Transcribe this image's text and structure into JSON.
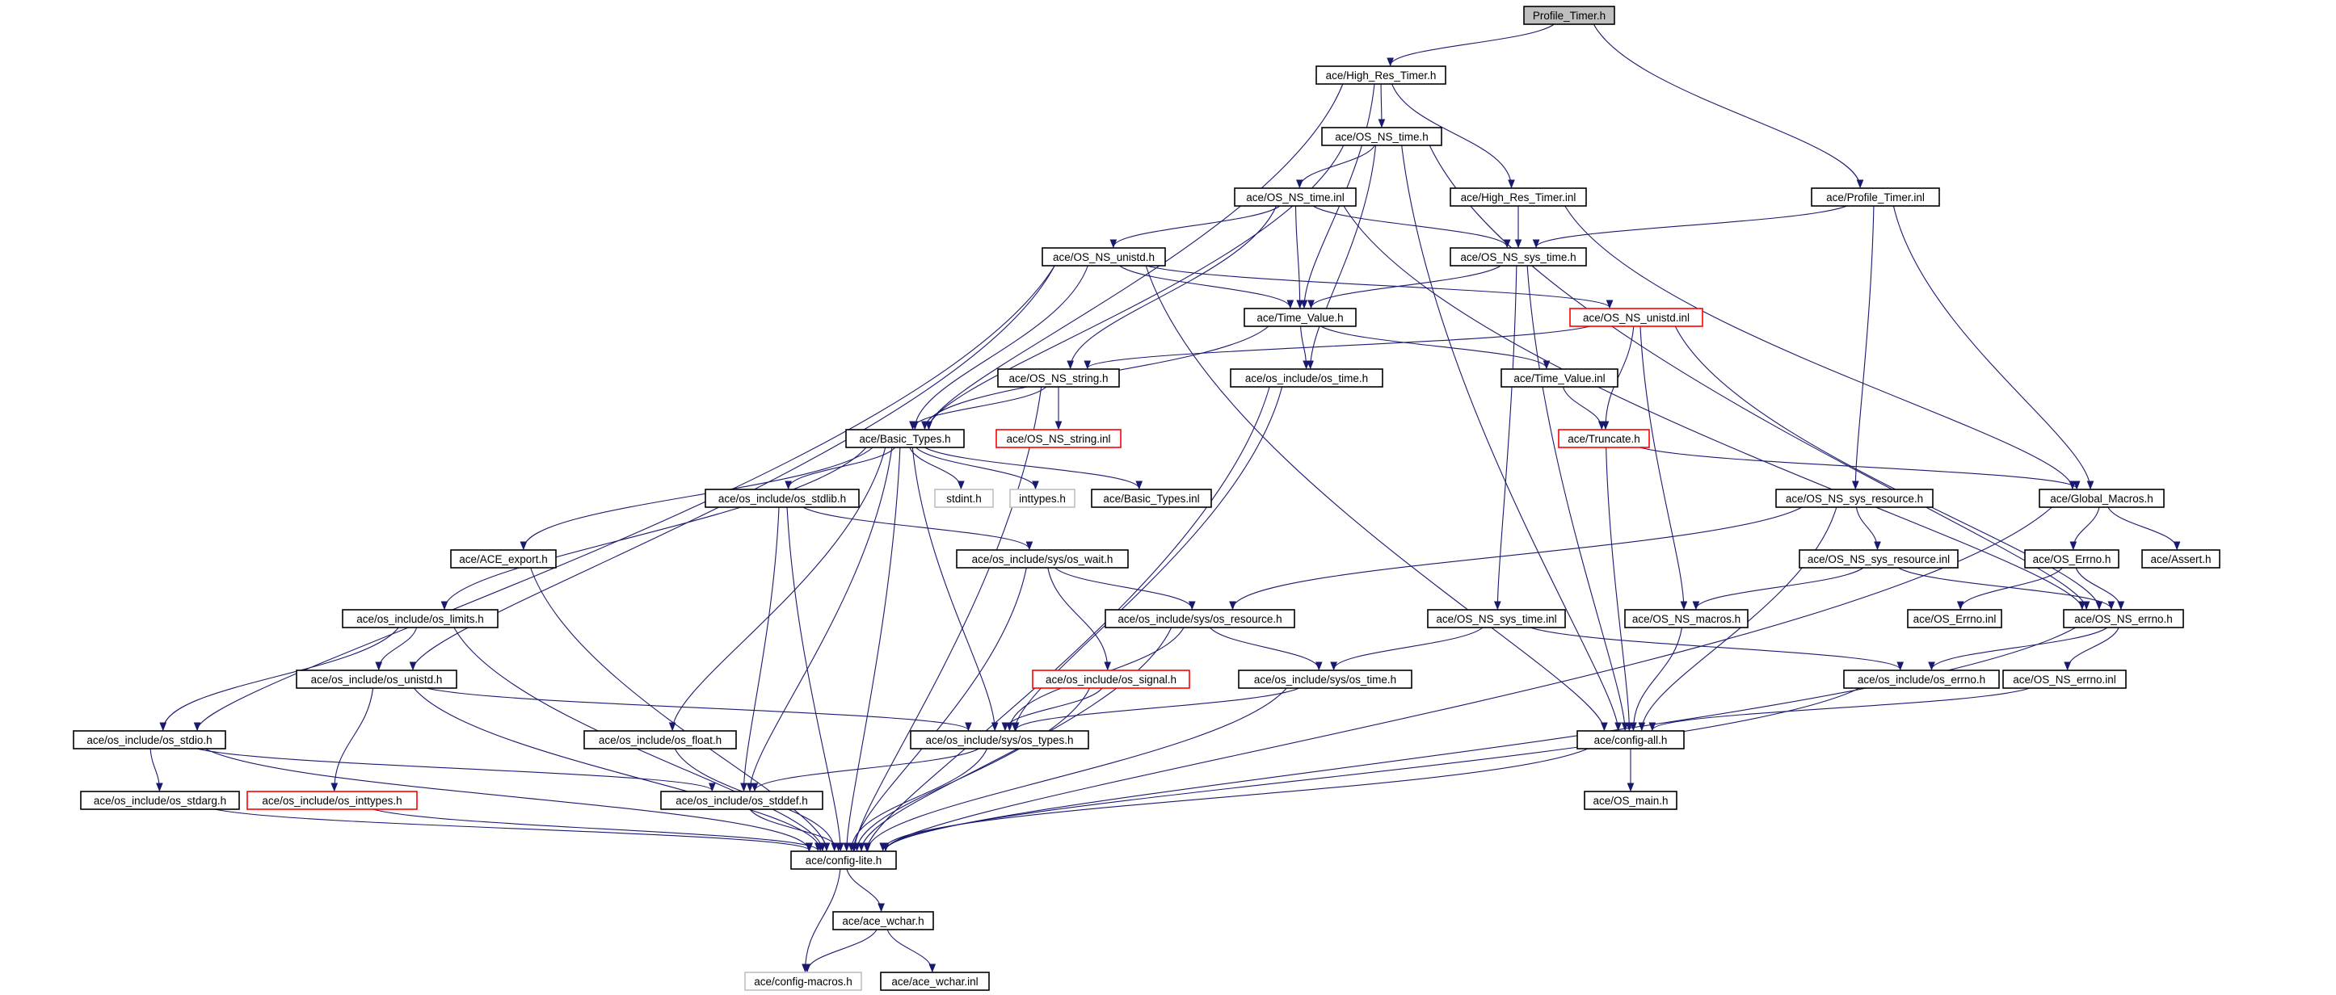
{
  "diagram": {
    "nodes": [
      {
        "id": "n_profile_timer_h",
        "label": "Profile_Timer.h",
        "style": "root"
      },
      {
        "id": "n_high_res_timer_h",
        "label": "ace/High_Res_Timer.h",
        "style": "normal"
      },
      {
        "id": "n_os_ns_time_h",
        "label": "ace/OS_NS_time.h",
        "style": "normal"
      },
      {
        "id": "n_os_ns_time_inl",
        "label": "ace/OS_NS_time.inl",
        "style": "normal"
      },
      {
        "id": "n_high_res_timer_inl",
        "label": "ace/High_Res_Timer.inl",
        "style": "normal"
      },
      {
        "id": "n_profile_timer_inl",
        "label": "ace/Profile_Timer.inl",
        "style": "normal"
      },
      {
        "id": "n_os_ns_unistd_h",
        "label": "ace/OS_NS_unistd.h",
        "style": "normal"
      },
      {
        "id": "n_os_ns_sys_time_h",
        "label": "ace/OS_NS_sys_time.h",
        "style": "normal"
      },
      {
        "id": "n_time_value_h",
        "label": "ace/Time_Value.h",
        "style": "normal"
      },
      {
        "id": "n_os_ns_unistd_inl",
        "label": "ace/OS_NS_unistd.inl",
        "style": "red"
      },
      {
        "id": "n_os_ns_string_h",
        "label": "ace/OS_NS_string.h",
        "style": "normal"
      },
      {
        "id": "n_os_include_os_time_h",
        "label": "ace/os_include/os_time.h",
        "style": "normal"
      },
      {
        "id": "n_time_value_inl",
        "label": "ace/Time_Value.inl",
        "style": "normal"
      },
      {
        "id": "n_basic_types_h",
        "label": "ace/Basic_Types.h",
        "style": "normal"
      },
      {
        "id": "n_os_ns_string_inl",
        "label": "ace/OS_NS_string.inl",
        "style": "red"
      },
      {
        "id": "n_truncate_h",
        "label": "ace/Truncate.h",
        "style": "red"
      },
      {
        "id": "n_os_include_os_stdlib_h",
        "label": "ace/os_include/os_stdlib.h",
        "style": "normal"
      },
      {
        "id": "n_stdint_h",
        "label": "stdint.h",
        "style": "gray"
      },
      {
        "id": "n_inttypes_h",
        "label": "inttypes.h",
        "style": "gray"
      },
      {
        "id": "n_basic_types_inl",
        "label": "ace/Basic_Types.inl",
        "style": "normal"
      },
      {
        "id": "n_os_ns_sys_resource_h",
        "label": "ace/OS_NS_sys_resource.h",
        "style": "normal"
      },
      {
        "id": "n_global_macros_h",
        "label": "ace/Global_Macros.h",
        "style": "normal"
      },
      {
        "id": "n_ace_export_h",
        "label": "ace/ACE_export.h",
        "style": "normal"
      },
      {
        "id": "n_os_include_sys_os_wait_h",
        "label": "ace/os_include/sys/os_wait.h",
        "style": "normal"
      },
      {
        "id": "n_os_ns_sys_resource_inl",
        "label": "ace/OS_NS_sys_resource.inl",
        "style": "normal"
      },
      {
        "id": "n_os_errno_h",
        "label": "ace/OS_Errno.h",
        "style": "normal"
      },
      {
        "id": "n_assert_h",
        "label": "ace/Assert.h",
        "style": "normal"
      },
      {
        "id": "n_os_include_os_limits_h",
        "label": "ace/os_include/os_limits.h",
        "style": "normal"
      },
      {
        "id": "n_os_include_sys_os_resource_h",
        "label": "ace/os_include/sys/os_resource.h",
        "style": "normal"
      },
      {
        "id": "n_os_ns_sys_time_inl",
        "label": "ace/OS_NS_sys_time.inl",
        "style": "normal"
      },
      {
        "id": "n_os_ns_macros_h",
        "label": "ace/OS_NS_macros.h",
        "style": "normal"
      },
      {
        "id": "n_os_errno_inl",
        "label": "ace/OS_Errno.inl",
        "style": "normal"
      },
      {
        "id": "n_os_ns_errno_h",
        "label": "ace/OS_NS_errno.h",
        "style": "normal"
      },
      {
        "id": "n_os_include_os_unistd_h",
        "label": "ace/os_include/os_unistd.h",
        "style": "normal"
      },
      {
        "id": "n_os_include_os_signal_h",
        "label": "ace/os_include/os_signal.h",
        "style": "red"
      },
      {
        "id": "n_os_include_sys_os_time_h",
        "label": "ace/os_include/sys/os_time.h",
        "style": "normal"
      },
      {
        "id": "n_os_include_os_errno_h",
        "label": "ace/os_include/os_errno.h",
        "style": "normal"
      },
      {
        "id": "n_os_ns_errno_inl",
        "label": "ace/OS_NS_errno.inl",
        "style": "normal"
      },
      {
        "id": "n_os_include_os_stdio_h",
        "label": "ace/os_include/os_stdio.h",
        "style": "normal"
      },
      {
        "id": "n_os_include_os_float_h",
        "label": "ace/os_include/os_float.h",
        "style": "normal"
      },
      {
        "id": "n_os_include_sys_os_types_h",
        "label": "ace/os_include/sys/os_types.h",
        "style": "normal"
      },
      {
        "id": "n_config_all_h",
        "label": "ace/config-all.h",
        "style": "normal"
      },
      {
        "id": "n_os_include_os_stdarg_h",
        "label": "ace/os_include/os_stdarg.h",
        "style": "normal"
      },
      {
        "id": "n_os_include_os_inttypes_h",
        "label": "ace/os_include/os_inttypes.h",
        "style": "red"
      },
      {
        "id": "n_os_include_os_stddef_h",
        "label": "ace/os_include/os_stddef.h",
        "style": "normal"
      },
      {
        "id": "n_os_main_h",
        "label": "ace/OS_main.h",
        "style": "normal"
      },
      {
        "id": "n_config_lite_h",
        "label": "ace/config-lite.h",
        "style": "normal"
      },
      {
        "id": "n_ace_wchar_h",
        "label": "ace/ace_wchar.h",
        "style": "normal"
      },
      {
        "id": "n_config_macros_h",
        "label": "ace/config-macros.h",
        "style": "gray"
      },
      {
        "id": "n_ace_wchar_inl",
        "label": "ace/ace_wchar.inl",
        "style": "normal"
      }
    ],
    "edges": [
      [
        "n_profile_timer_h",
        "n_high_res_timer_h"
      ],
      [
        "n_profile_timer_h",
        "n_profile_timer_inl"
      ],
      [
        "n_high_res_timer_h",
        "n_os_ns_time_h"
      ],
      [
        "n_high_res_timer_h",
        "n_high_res_timer_inl"
      ],
      [
        "n_high_res_timer_h",
        "n_basic_types_h"
      ],
      [
        "n_high_res_timer_h",
        "n_time_value_h"
      ],
      [
        "n_os_ns_time_h",
        "n_os_ns_time_inl"
      ],
      [
        "n_os_ns_time_h",
        "n_basic_types_h"
      ],
      [
        "n_os_ns_time_h",
        "n_os_include_os_time_h"
      ],
      [
        "n_os_ns_time_h",
        "n_os_ns_errno_h"
      ],
      [
        "n_os_ns_time_h",
        "n_config_all_h"
      ],
      [
        "n_os_ns_time_inl",
        "n_os_ns_unistd_h"
      ],
      [
        "n_os_ns_time_inl",
        "n_os_ns_sys_time_h"
      ],
      [
        "n_os_ns_time_inl",
        "n_time_value_h"
      ],
      [
        "n_os_ns_time_inl",
        "n_os_ns_string_h"
      ],
      [
        "n_os_ns_time_inl",
        "n_os_ns_errno_h"
      ],
      [
        "n_high_res_timer_inl",
        "n_os_ns_sys_time_h"
      ],
      [
        "n_high_res_timer_inl",
        "n_global_macros_h"
      ],
      [
        "n_profile_timer_inl",
        "n_os_ns_sys_time_h"
      ],
      [
        "n_profile_timer_inl",
        "n_os_ns_sys_resource_h"
      ],
      [
        "n_profile_timer_inl",
        "n_global_macros_h"
      ],
      [
        "n_os_ns_unistd_h",
        "n_time_value_h"
      ],
      [
        "n_os_ns_unistd_h",
        "n_os_ns_unistd_inl"
      ],
      [
        "n_os_ns_unistd_h",
        "n_basic_types_h"
      ],
      [
        "n_os_ns_unistd_h",
        "n_os_include_os_unistd_h"
      ],
      [
        "n_os_ns_unistd_h",
        "n_os_include_os_stdio_h"
      ],
      [
        "n_os_ns_unistd_h",
        "n_config_all_h"
      ],
      [
        "n_os_ns_sys_time_h",
        "n_time_value_h"
      ],
      [
        "n_os_ns_sys_time_h",
        "n_os_ns_sys_time_inl"
      ],
      [
        "n_os_ns_sys_time_h",
        "n_config_all_h"
      ],
      [
        "n_time_value_h",
        "n_basic_types_h"
      ],
      [
        "n_time_value_h",
        "n_os_include_os_time_h"
      ],
      [
        "n_time_value_h",
        "n_time_value_inl"
      ],
      [
        "n_os_ns_unistd_inl",
        "n_os_ns_string_h"
      ],
      [
        "n_os_ns_unistd_inl",
        "n_truncate_h"
      ],
      [
        "n_os_ns_unistd_inl",
        "n_os_ns_macros_h"
      ],
      [
        "n_os_ns_unistd_inl",
        "n_os_ns_errno_h"
      ],
      [
        "n_os_ns_string_h",
        "n_basic_types_h"
      ],
      [
        "n_os_ns_string_h",
        "n_os_ns_string_inl"
      ],
      [
        "n_os_ns_string_h",
        "n_config_lite_h"
      ],
      [
        "n_os_include_os_time_h",
        "n_os_include_sys_os_types_h"
      ],
      [
        "n_os_include_os_time_h",
        "n_config_lite_h"
      ],
      [
        "n_time_value_inl",
        "n_truncate_h"
      ],
      [
        "n_truncate_h",
        "n_global_macros_h"
      ],
      [
        "n_truncate_h",
        "n_config_all_h"
      ],
      [
        "n_basic_types_h",
        "n_os_include_os_stdlib_h"
      ],
      [
        "n_basic_types_h",
        "n_stdint_h"
      ],
      [
        "n_basic_types_h",
        "n_inttypes_h"
      ],
      [
        "n_basic_types_h",
        "n_basic_types_inl"
      ],
      [
        "n_basic_types_h",
        "n_ace_export_h"
      ],
      [
        "n_basic_types_h",
        "n_os_include_os_limits_h"
      ],
      [
        "n_basic_types_h",
        "n_os_include_os_float_h"
      ],
      [
        "n_basic_types_h",
        "n_os_include_sys_os_types_h"
      ],
      [
        "n_basic_types_h",
        "n_os_include_os_stddef_h"
      ],
      [
        "n_basic_types_h",
        "n_config_lite_h"
      ],
      [
        "n_os_include_os_stdlib_h",
        "n_os_include_sys_os_wait_h"
      ],
      [
        "n_os_include_os_stdlib_h",
        "n_os_include_os_stddef_h"
      ],
      [
        "n_os_include_os_stdlib_h",
        "n_config_lite_h"
      ],
      [
        "n_os_ns_sys_resource_h",
        "n_os_ns_sys_resource_inl"
      ],
      [
        "n_os_ns_sys_resource_h",
        "n_os_include_sys_os_resource_h"
      ],
      [
        "n_os_ns_sys_resource_h",
        "n_config_all_h"
      ],
      [
        "n_global_macros_h",
        "n_os_errno_h"
      ],
      [
        "n_global_macros_h",
        "n_assert_h"
      ],
      [
        "n_global_macros_h",
        "n_config_lite_h"
      ],
      [
        "n_ace_export_h",
        "n_config_lite_h"
      ],
      [
        "n_os_include_sys_os_wait_h",
        "n_os_include_sys_os_resource_h"
      ],
      [
        "n_os_include_sys_os_wait_h",
        "n_os_include_os_signal_h"
      ],
      [
        "n_os_include_sys_os_wait_h",
        "n_config_lite_h"
      ],
      [
        "n_os_ns_sys_resource_inl",
        "n_os_ns_macros_h"
      ],
      [
        "n_os_ns_sys_resource_inl",
        "n_os_ns_errno_h"
      ],
      [
        "n_os_errno_h",
        "n_os_errno_inl"
      ],
      [
        "n_os_errno_h",
        "n_os_ns_errno_h"
      ],
      [
        "n_os_include_os_limits_h",
        "n_os_include_os_unistd_h"
      ],
      [
        "n_os_include_os_limits_h",
        "n_os_include_os_stdio_h"
      ],
      [
        "n_os_include_os_limits_h",
        "n_config_lite_h"
      ],
      [
        "n_os_include_sys_os_resource_h",
        "n_os_include_sys_os_time_h"
      ],
      [
        "n_os_include_sys_os_resource_h",
        "n_os_include_sys_os_types_h"
      ],
      [
        "n_os_include_sys_os_resource_h",
        "n_config_lite_h"
      ],
      [
        "n_os_ns_sys_time_inl",
        "n_os_include_sys_os_time_h"
      ],
      [
        "n_os_ns_sys_time_inl",
        "n_os_include_os_errno_h"
      ],
      [
        "n_os_ns_macros_h",
        "n_config_all_h"
      ],
      [
        "n_os_ns_errno_h",
        "n_os_include_os_errno_h"
      ],
      [
        "n_os_ns_errno_h",
        "n_os_ns_errno_inl"
      ],
      [
        "n_os_ns_errno_h",
        "n_config_lite_h"
      ],
      [
        "n_os_include_os_unistd_h",
        "n_os_include_sys_os_types_h"
      ],
      [
        "n_os_include_os_unistd_h",
        "n_os_include_os_inttypes_h"
      ],
      [
        "n_os_include_os_unistd_h",
        "n_config_lite_h"
      ],
      [
        "n_os_include_os_signal_h",
        "n_os_include_sys_os_types_h"
      ],
      [
        "n_os_include_os_signal_h",
        "n_config_lite_h"
      ],
      [
        "n_os_include_sys_os_time_h",
        "n_os_include_sys_os_types_h"
      ],
      [
        "n_os_include_sys_os_time_h",
        "n_config_lite_h"
      ],
      [
        "n_os_include_os_errno_h",
        "n_config_lite_h"
      ],
      [
        "n_os_ns_errno_inl",
        "n_config_all_h"
      ],
      [
        "n_os_include_os_stdio_h",
        "n_os_include_os_stdarg_h"
      ],
      [
        "n_os_include_os_stdio_h",
        "n_os_include_os_stddef_h"
      ],
      [
        "n_os_include_os_stdio_h",
        "n_config_lite_h"
      ],
      [
        "n_os_include_os_float_h",
        "n_config_lite_h"
      ],
      [
        "n_os_include_sys_os_types_h",
        "n_os_include_os_stddef_h"
      ],
      [
        "n_os_include_sys_os_types_h",
        "n_config_lite_h"
      ],
      [
        "n_config_all_h",
        "n_os_main_h"
      ],
      [
        "n_config_all_h",
        "n_config_lite_h"
      ],
      [
        "n_os_include_os_stdarg_h",
        "n_config_lite_h"
      ],
      [
        "n_os_include_os_inttypes_h",
        "n_config_lite_h"
      ],
      [
        "n_os_include_os_stddef_h",
        "n_config_lite_h"
      ],
      [
        "n_config_lite_h",
        "n_ace_wchar_h"
      ],
      [
        "n_config_lite_h",
        "n_config_macros_h"
      ],
      [
        "n_ace_wchar_h",
        "n_config_macros_h"
      ],
      [
        "n_ace_wchar_h",
        "n_ace_wchar_inl"
      ]
    ],
    "colors": {
      "edge": "#191970",
      "node_border": "#000000",
      "root_fill": "#bfbfbf",
      "red_border": "#ff0000",
      "gray_border": "#bfbfbf",
      "text": "#000000"
    }
  }
}
